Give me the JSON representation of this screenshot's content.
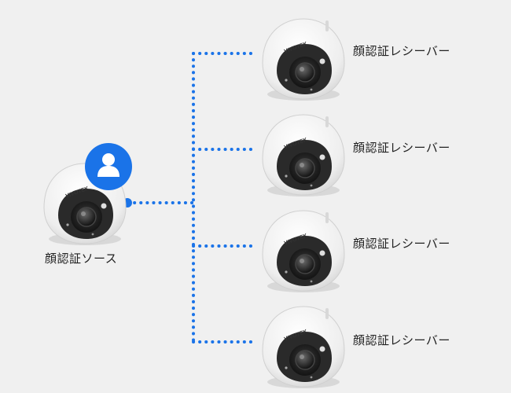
{
  "source": {
    "label": "顔認証ソース",
    "brand": "VIVOTEK",
    "badge_icon": "user-icon"
  },
  "receivers": [
    {
      "label": "顔認証レシーバー",
      "brand": "VIVOTEK"
    },
    {
      "label": "顔認証レシーバー",
      "brand": "VIVOTEK"
    },
    {
      "label": "顔認証レシーバー",
      "brand": "VIVOTEK"
    },
    {
      "label": "顔認証レシーバー",
      "brand": "VIVOTEK"
    }
  ],
  "colors": {
    "background": "#f0f0f0",
    "connector": "#1a73e8",
    "badge": "#1a73e8",
    "camera_body": "#ffffff",
    "camera_lens": "#1c1c1c"
  }
}
